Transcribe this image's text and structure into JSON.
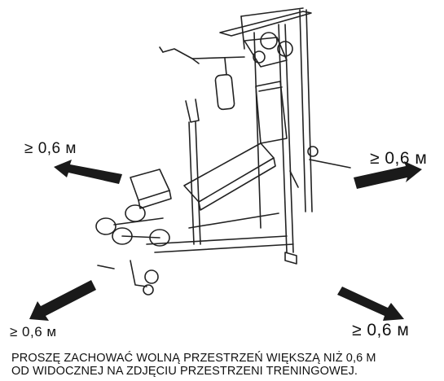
{
  "clearance": {
    "top_left": "≥ 0,6 м",
    "top_right": "≥ 0,6 м",
    "bottom_left": "≥ 0,6 м",
    "bottom_right": "≥ 0,6 м"
  },
  "caption": {
    "line1": "PROSZĘ ZACHOWAĆ WOLNĄ PRZESTRZEŃ WIĘKSZĄ NIŻ 0,6 M",
    "line2": "OD WIDOCZNEJ NA ZDJĘCIU PRZESTRZENI TRENINGOWEJ."
  }
}
